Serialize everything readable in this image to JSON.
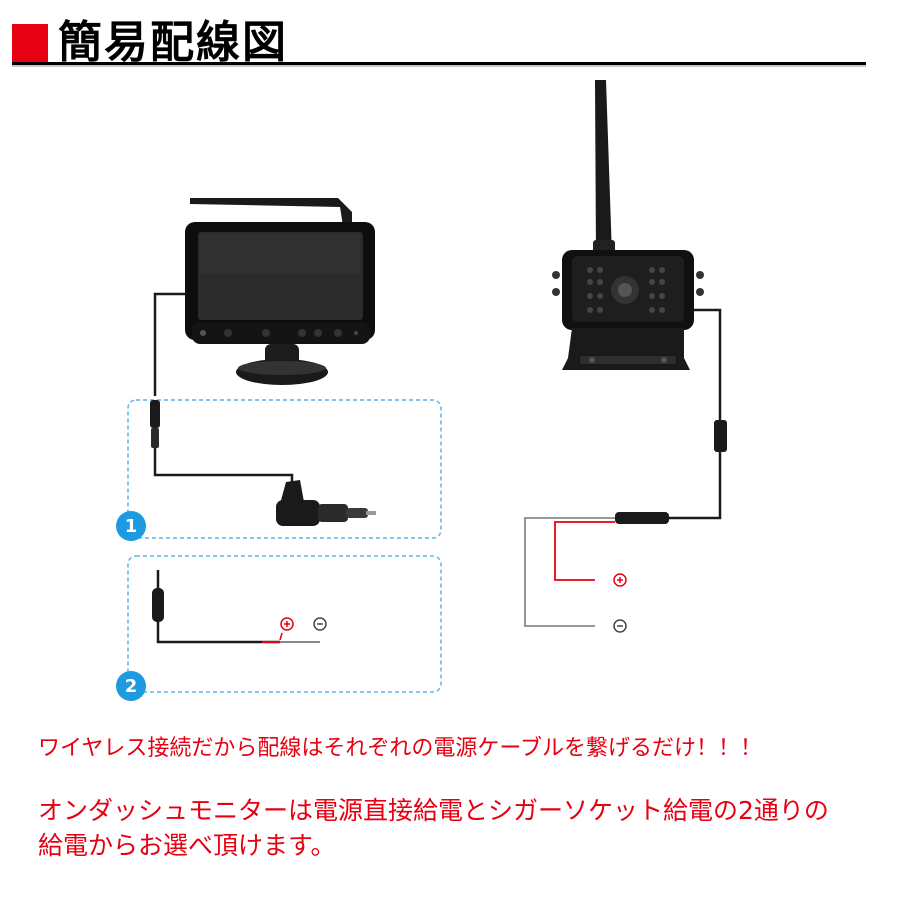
{
  "header": {
    "title": "簡易配線図"
  },
  "diagram": {
    "option1_badge": "1",
    "option2_badge": "2",
    "plus_symbol": "⊕",
    "minus_symbol": "⊖"
  },
  "description": {
    "line1": "ワイヤレス接続だから配線はそれぞれの電源ケーブルを繋げるだけ！！！",
    "line2": "オンダッシュモニターは電源直接給電とシガーソケット給電の2通りの",
    "line3": "給電からお選べ頂けます。"
  },
  "colors": {
    "accent": "#e60012",
    "dash_box": "#5ab4e6",
    "badge": "#1e9be0",
    "wire_positive": "#e60012",
    "wire_negative": "#8a8a8a"
  }
}
